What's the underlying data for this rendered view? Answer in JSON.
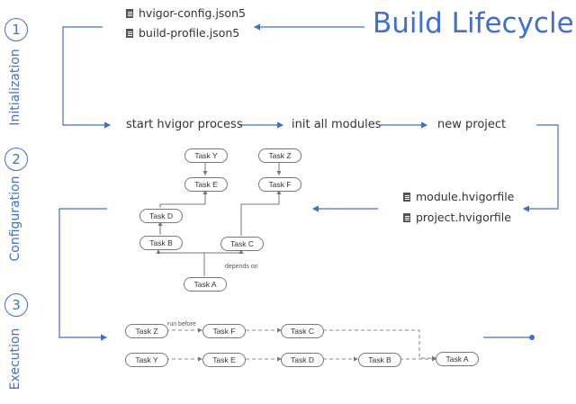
{
  "title": "Build Lifecycle",
  "files_top": [
    "hvigor-config.json5",
    "build-profile.json5"
  ],
  "files_mid": [
    "module.hvigorfile",
    "project.hvigorfile"
  ],
  "flow_steps": [
    "start hvigor process",
    "init all modules",
    "new project"
  ],
  "phases": [
    {
      "num": "1",
      "label": "Initialization"
    },
    {
      "num": "2",
      "label": "Configuration"
    },
    {
      "num": "3",
      "label": "Execution"
    }
  ],
  "config_tasks": {
    "task_y": "Task Y",
    "task_z": "Task Z",
    "task_e": "Task E",
    "task_f": "Task F",
    "task_d": "Task D",
    "task_b": "Task B",
    "task_c": "Task C",
    "task_a": "Task A"
  },
  "depends_on_label": "depends on",
  "exec_row1": [
    "Task Z",
    "Task F",
    "Task C"
  ],
  "exec_row2": [
    "Task Y",
    "Task E",
    "Task D",
    "Task B"
  ],
  "exec_final": "Task A",
  "run_before_label": "run before",
  "colors": {
    "accent": "#3f6fd1",
    "node_border": "#777777"
  }
}
